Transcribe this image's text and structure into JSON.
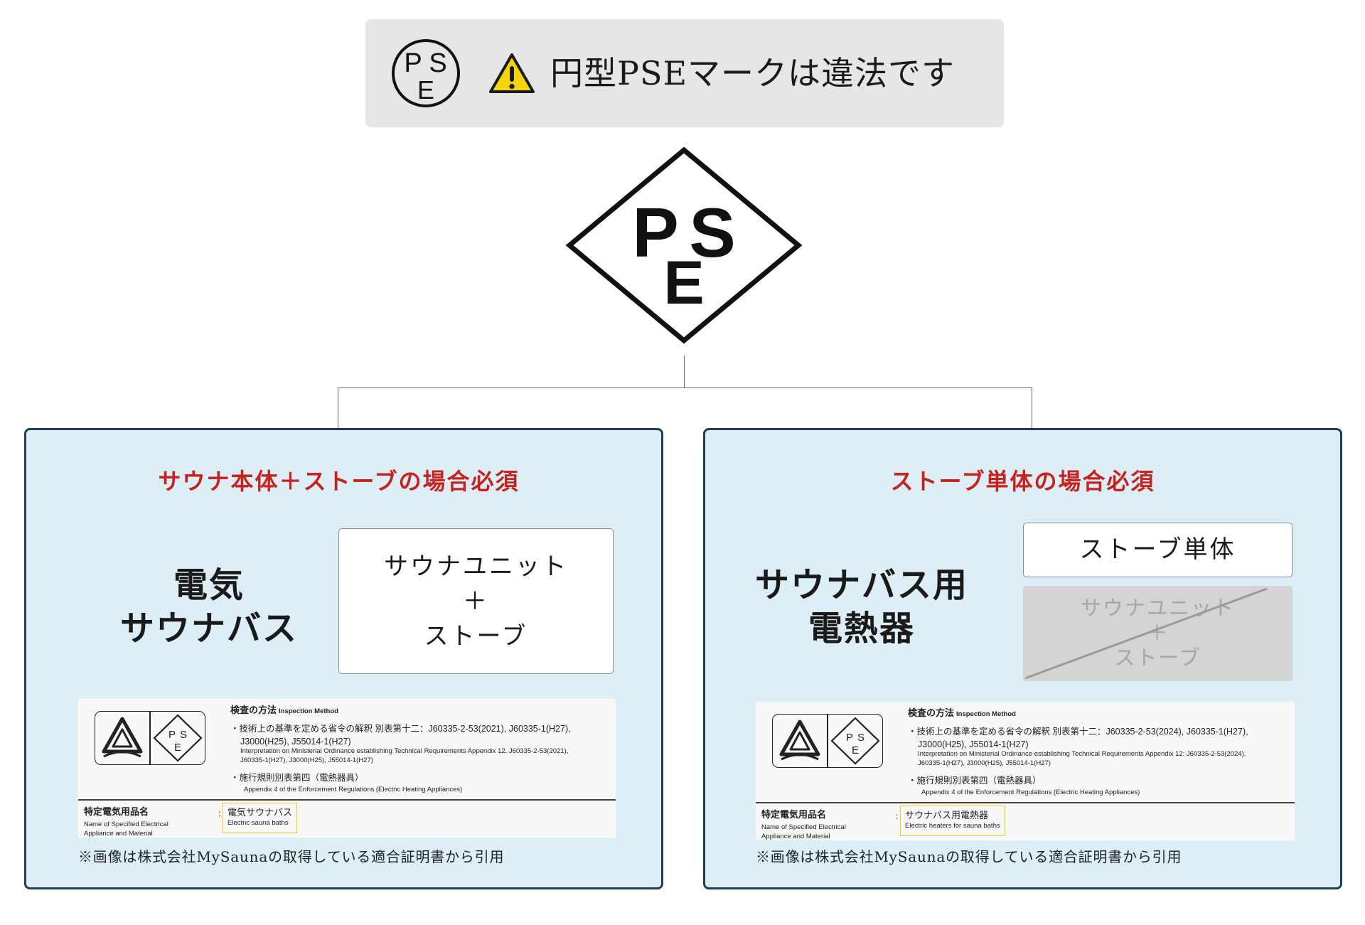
{
  "colors": {
    "page_bg": "#ffffff",
    "banner_bg": "#e6e6e6",
    "panel_bg": "#ddeef6",
    "panel_border": "#1f3f52",
    "requirement_red": "#c8221e",
    "text_dark": "#1a1a1a",
    "struck_box_bg": "#d4d4d4",
    "struck_text": "#a6a6a6",
    "highlight_yellow": "#e0cf1f",
    "warning_yellow": "#f6d40a"
  },
  "banner": {
    "circle_mark": {
      "icon": "circle-pse-mark-icon",
      "top_left": "P",
      "top_right": "S",
      "bottom": "E"
    },
    "warning_icon": "warning-triangle-icon",
    "text": "円型PSEマークは違法です"
  },
  "diamond_mark": {
    "icon": "diamond-pse-mark-icon",
    "top_left": "P",
    "top_right": "S",
    "bottom": "E"
  },
  "panels": [
    {
      "requirement": "サウナ本体＋ストーブの場合必須",
      "category": {
        "line1": "電気",
        "line2": "サウナバス"
      },
      "scope_box": {
        "line1": "サウナユニット",
        "line2": "＋",
        "line3": "ストーブ"
      },
      "certificate": {
        "logo": {
          "triangle_icon": "triangle-certification-mark-icon",
          "pse_icon": "diamond-pse-mark-icon",
          "pse_top_left": "P",
          "pse_top_right": "S",
          "pse_bottom": "E"
        },
        "heading_ja": "検査の方法",
        "heading_en": "Inspection Method",
        "item1_ja": "・技術上の基準を定める省令の解釈 別表第十二：J60335-2-53(2021), J60335-1(H27),",
        "item1_ja_cont": "J3000(H25), J55014-1(H27)",
        "item1_en": "Interpretation on Ministerial Ordinance establishing Technical Requirements Appendix 12. J60335-2-53(2021),",
        "item1_en_cont": "J60335-1(H27), J3000(H25), J55014-1(H27)",
        "item2_ja": "・施行規則別表第四（電熱器具）",
        "item2_en": "Appendix 4 of the Enforcement Regulations (Electnc Heating Appliances)",
        "name_label_ja": "特定電気用品名",
        "name_label_en1": "Name of Specified Electrical",
        "name_label_en2": "Appliance and Material",
        "separator": ":",
        "name_ja": "電気サウナバス",
        "name_en": "Electnc sauna baths"
      },
      "footnote": "※画像は株式会社MySaunaの取得している適合証明書から引用"
    },
    {
      "requirement": "ストーブ単体の場合必須",
      "category": {
        "line1": "サウナバス用",
        "line2": "電熱器"
      },
      "scope_box": {
        "line1": "ストーブ単体"
      },
      "excluded_box": {
        "line1": "サウナユニット",
        "line2": "＋",
        "line3": "ストーブ",
        "crossed_out": true
      },
      "certificate": {
        "logo": {
          "triangle_icon": "triangle-certification-mark-icon",
          "pse_icon": "diamond-pse-mark-icon",
          "pse_top_left": "P",
          "pse_top_right": "S",
          "pse_bottom": "E"
        },
        "heading_ja": "検査の方法",
        "heading_en": "Inspection Method",
        "item1_ja": "・技術上の基準を定める省令の解釈 別表第十二：J60335-2-53(2024), J60335-1(H27),",
        "item1_ja_cont": "J3000(H25), J55014-1(H27)",
        "item1_en": "Interpretation on Ministerial Ordinance establishing Technical Requirements Appendix 12: J60335-2-53(2024),",
        "item1_en_cont": "J60335-1(H27), J3000(H25), J55014-1(H27)",
        "item2_ja": "・施行規則別表第四（電熱器具）",
        "item2_en": "Appendix 4 of the Enforcement Regulations (Electric Heating Appliances)",
        "name_label_ja": "特定電気用品名",
        "name_label_en1": "Name of Specified Electrical",
        "name_label_en2": "Appliance and Material",
        "separator": ":",
        "name_ja": "サウナバス用電熱器",
        "name_en": "Electric heaters for sauna baths"
      },
      "footnote": "※画像は株式会社MySaunaの取得している適合証明書から引用"
    }
  ]
}
